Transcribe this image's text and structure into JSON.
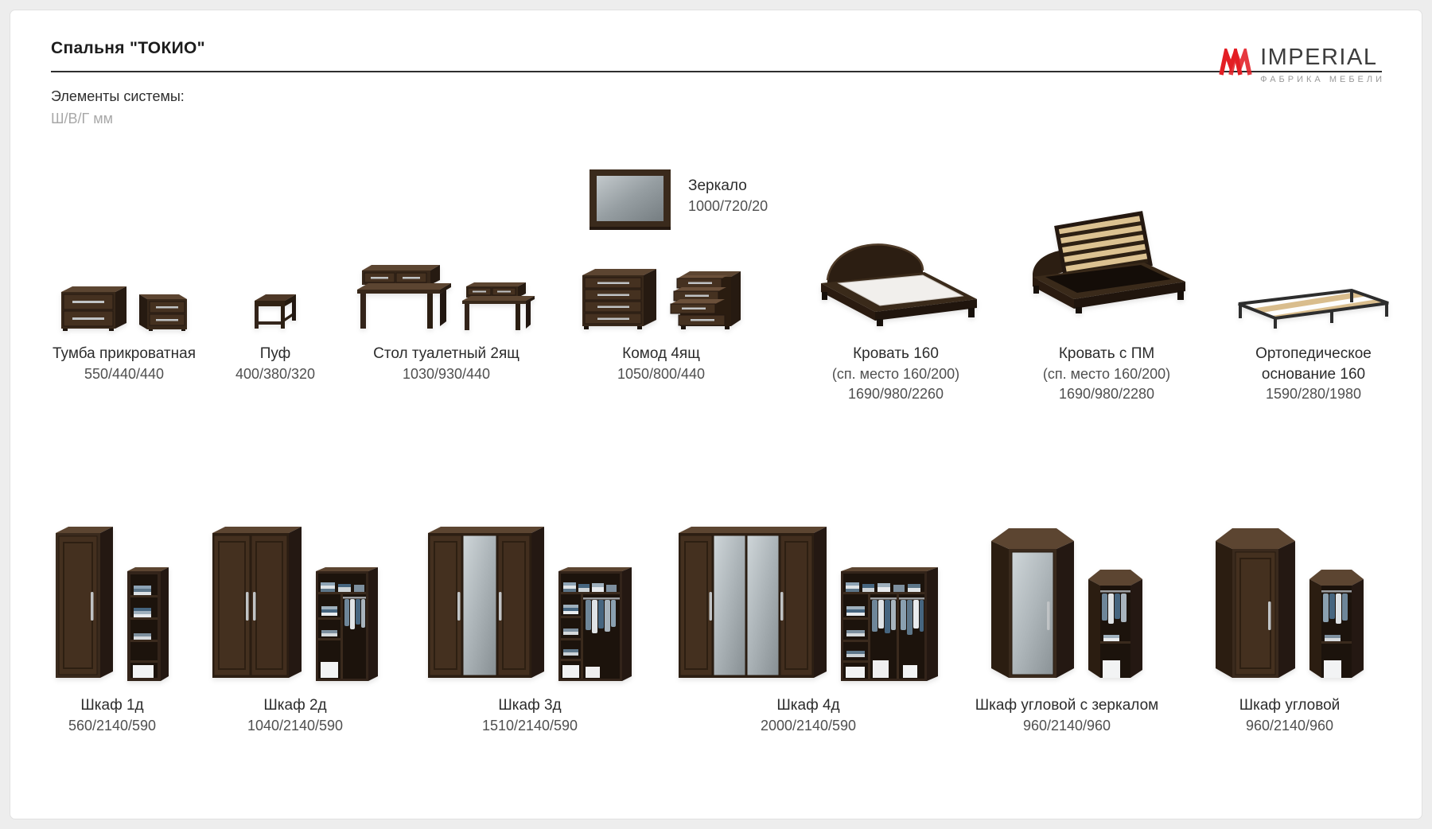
{
  "page": {
    "title": "Спальня \"ТОКИО\"",
    "subtitle": "Элементы системы:",
    "units_note": "Ш/В/Г мм"
  },
  "brand": {
    "name": "IMPERIAL",
    "tagline": "ФАБРИКА МЕБЕЛИ"
  },
  "colors": {
    "brand_accent": "#e31e24",
    "furniture_wenge": "#3a2a1d"
  },
  "accessory": {
    "name": "Зеркало",
    "dims": "1000/720/20"
  },
  "items_row1": [
    {
      "name": "Тумба прикроватная",
      "dims": "550/440/440"
    },
    {
      "name": "Пуф",
      "dims": "400/380/320"
    },
    {
      "name": "Стол туалетный 2ящ",
      "dims": "1030/930/440"
    },
    {
      "name": "Комод 4ящ",
      "dims": "1050/800/440"
    },
    {
      "name": "Кровать 160",
      "note": "(сп. место 160/200)",
      "dims": "1690/980/2260"
    },
    {
      "name": "Кровать с ПМ",
      "note": "(сп. место 160/200)",
      "dims": "1690/980/2280"
    },
    {
      "name": "Ортопедическое основание 160",
      "dims": "1590/280/1980"
    }
  ],
  "items_row2": [
    {
      "name": "Шкаф 1д",
      "dims": "560/2140/590"
    },
    {
      "name": "Шкаф 2д",
      "dims": "1040/2140/590"
    },
    {
      "name": "Шкаф 3д",
      "dims": "1510/2140/590"
    },
    {
      "name": "Шкаф 4д",
      "dims": "2000/2140/590"
    },
    {
      "name": "Шкаф угловой с зеркалом",
      "dims": "960/2140/960"
    },
    {
      "name": "Шкаф угловой",
      "dims": "960/2140/960"
    }
  ]
}
